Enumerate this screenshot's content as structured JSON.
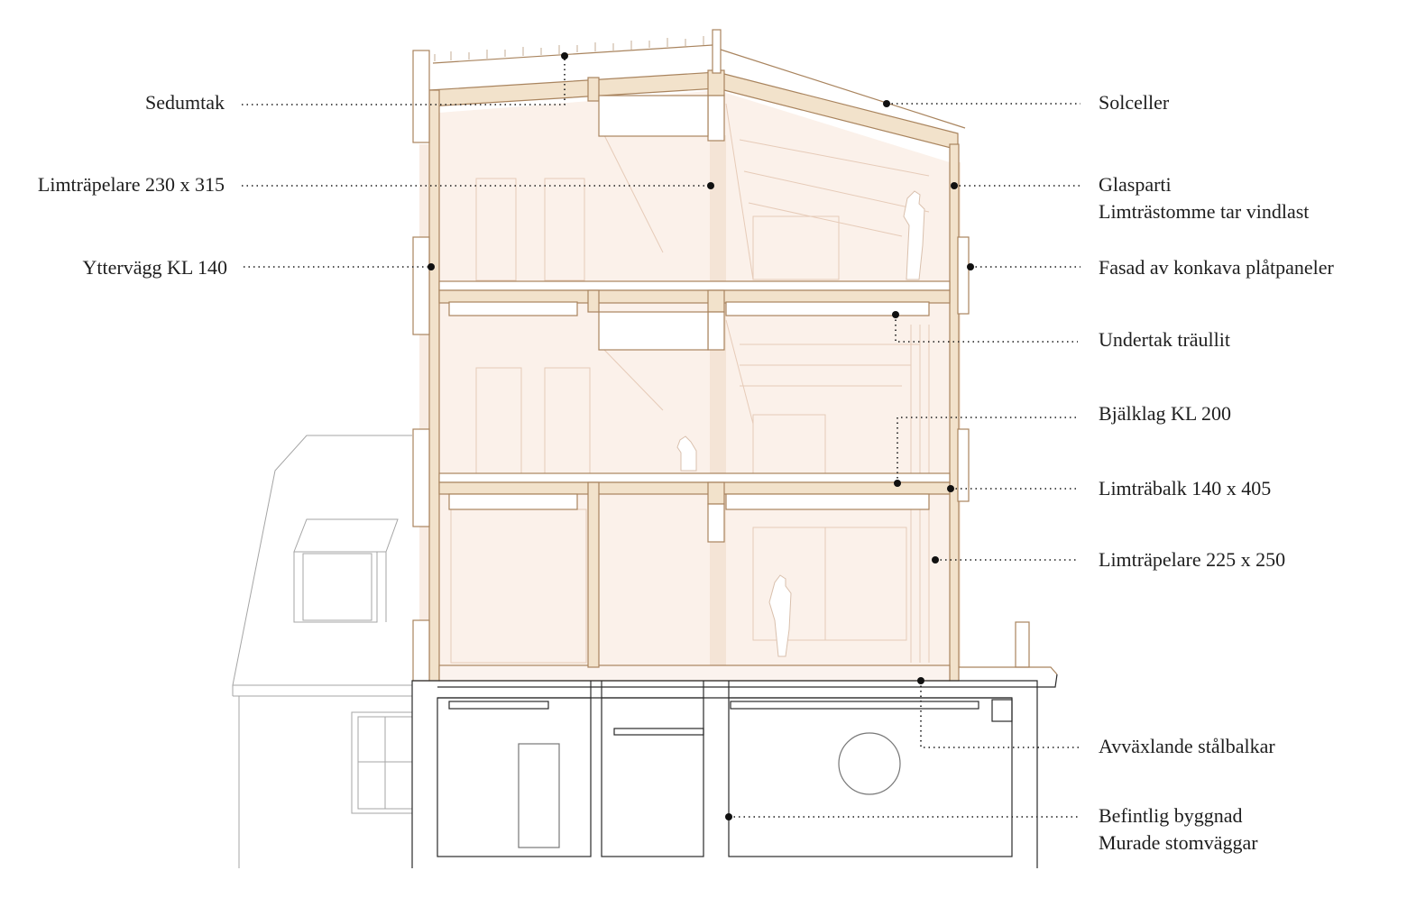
{
  "title": "Sektion – trästomme på befintlig byggnad",
  "colors": {
    "timber": "#f2e2cb",
    "timber_stroke": "#a9845e",
    "interior": "#fbf3ee",
    "existing": "#2a2a2a",
    "neighbour": "#9a9a9a",
    "leader": "#1a1a1a"
  },
  "labels_left": [
    {
      "text": "Sedumtak"
    },
    {
      "text": "Limträpelare 230 x 315"
    },
    {
      "text": "Yttervägg KL 140"
    }
  ],
  "labels_right": [
    {
      "text": "Solceller"
    },
    {
      "text": "Glasparti",
      "text2": "Limträstomme tar vindlast"
    },
    {
      "text": "Fasad av konkava plåtpaneler"
    },
    {
      "text": "Undertak träullit"
    },
    {
      "text": "Bjälklag KL 200"
    },
    {
      "text": "Limträbalk 140 x 405"
    },
    {
      "text": "Limträpelare 225 x 250"
    },
    {
      "text": "Avväxlande stålbalkar"
    },
    {
      "text": "Befintlig byggnad",
      "text2": "Murade stomväggar"
    }
  ]
}
